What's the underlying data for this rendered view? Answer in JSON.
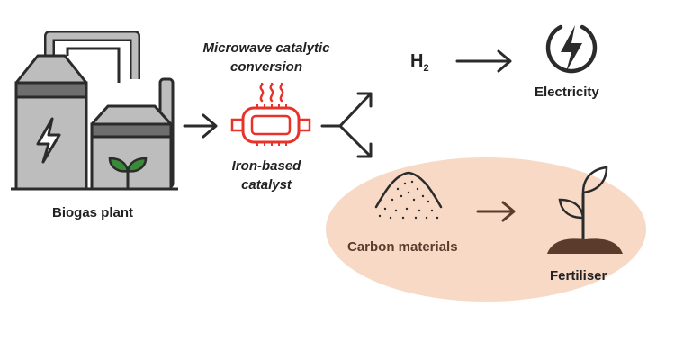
{
  "diagram": {
    "biogas_plant_label": "Biogas plant",
    "conversion_label_line1": "Microwave catalytic",
    "conversion_label_line2": "conversion",
    "catalyst_label_line1": "Iron-based",
    "catalyst_label_line2": "catalyst",
    "hydrogen_label": "H",
    "hydrogen_subscript": "2",
    "electricity_label": "Electricity",
    "carbon_label": "Carbon materials",
    "fertiliser_label": "Fertiliser"
  },
  "colors": {
    "accent_red": "#e8332a",
    "outline_dark": "#2b2b2b",
    "building_grey": "#bdbdbd",
    "building_band": "#6e6e6e",
    "ellipse_fill": "#f7d9c6",
    "soil_brown": "#5a3b2c",
    "leaf_green": "#3a8a3a"
  },
  "icons": [
    "lightning-icon",
    "leaf-sprout-icon",
    "heat-waves-icon",
    "catalytic-converter-icon",
    "electricity-bolt-icon",
    "powder-pile-icon",
    "plant-seedling-icon"
  ]
}
